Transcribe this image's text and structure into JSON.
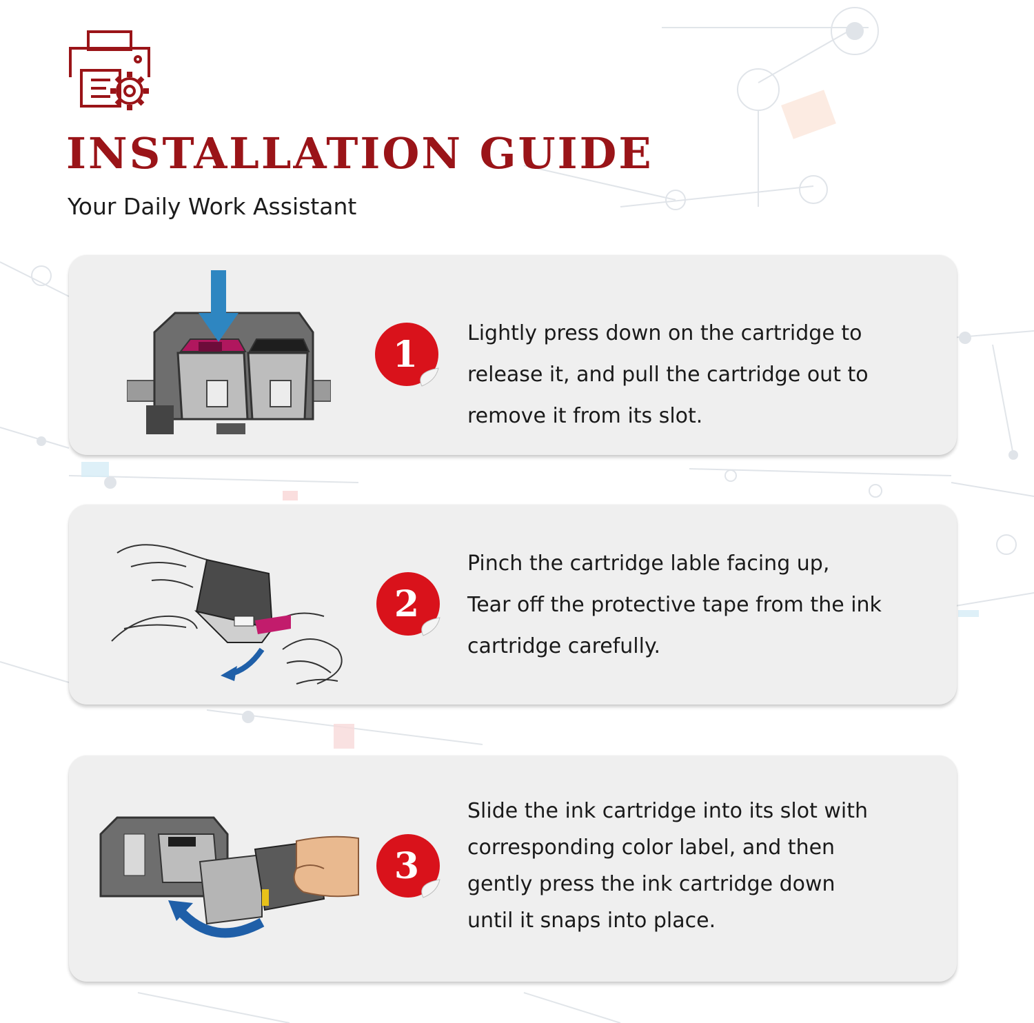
{
  "header": {
    "title": "INSTALLATION GUIDE",
    "subtitle": "Your Daily Work Assistant",
    "logo_icon": "printer-gear-icon"
  },
  "colors": {
    "brand_red": "#9a1418",
    "badge_red": "#d9121b",
    "card_bg": "#efefef",
    "arrow_blue": "#2e86c1"
  },
  "steps": [
    {
      "number": "1",
      "illustration": "press-cartridge-down-illustration",
      "lines": [
        "Lightly press down on the cartridge to",
        "release it, and pull the cartridge out to",
        "remove it from its slot."
      ]
    },
    {
      "number": "2",
      "illustration": "remove-tape-illustration",
      "lines": [
        "Pinch the cartridge lable facing up,",
        "Tear off the protective tape from the ink",
        "cartridge carefully."
      ]
    },
    {
      "number": "3",
      "illustration": "insert-cartridge-illustration",
      "lines": [
        "Slide the ink cartridge into its slot with",
        "corresponding color label, and then",
        "gently press the ink cartridge down",
        "until it snaps into place."
      ]
    }
  ]
}
